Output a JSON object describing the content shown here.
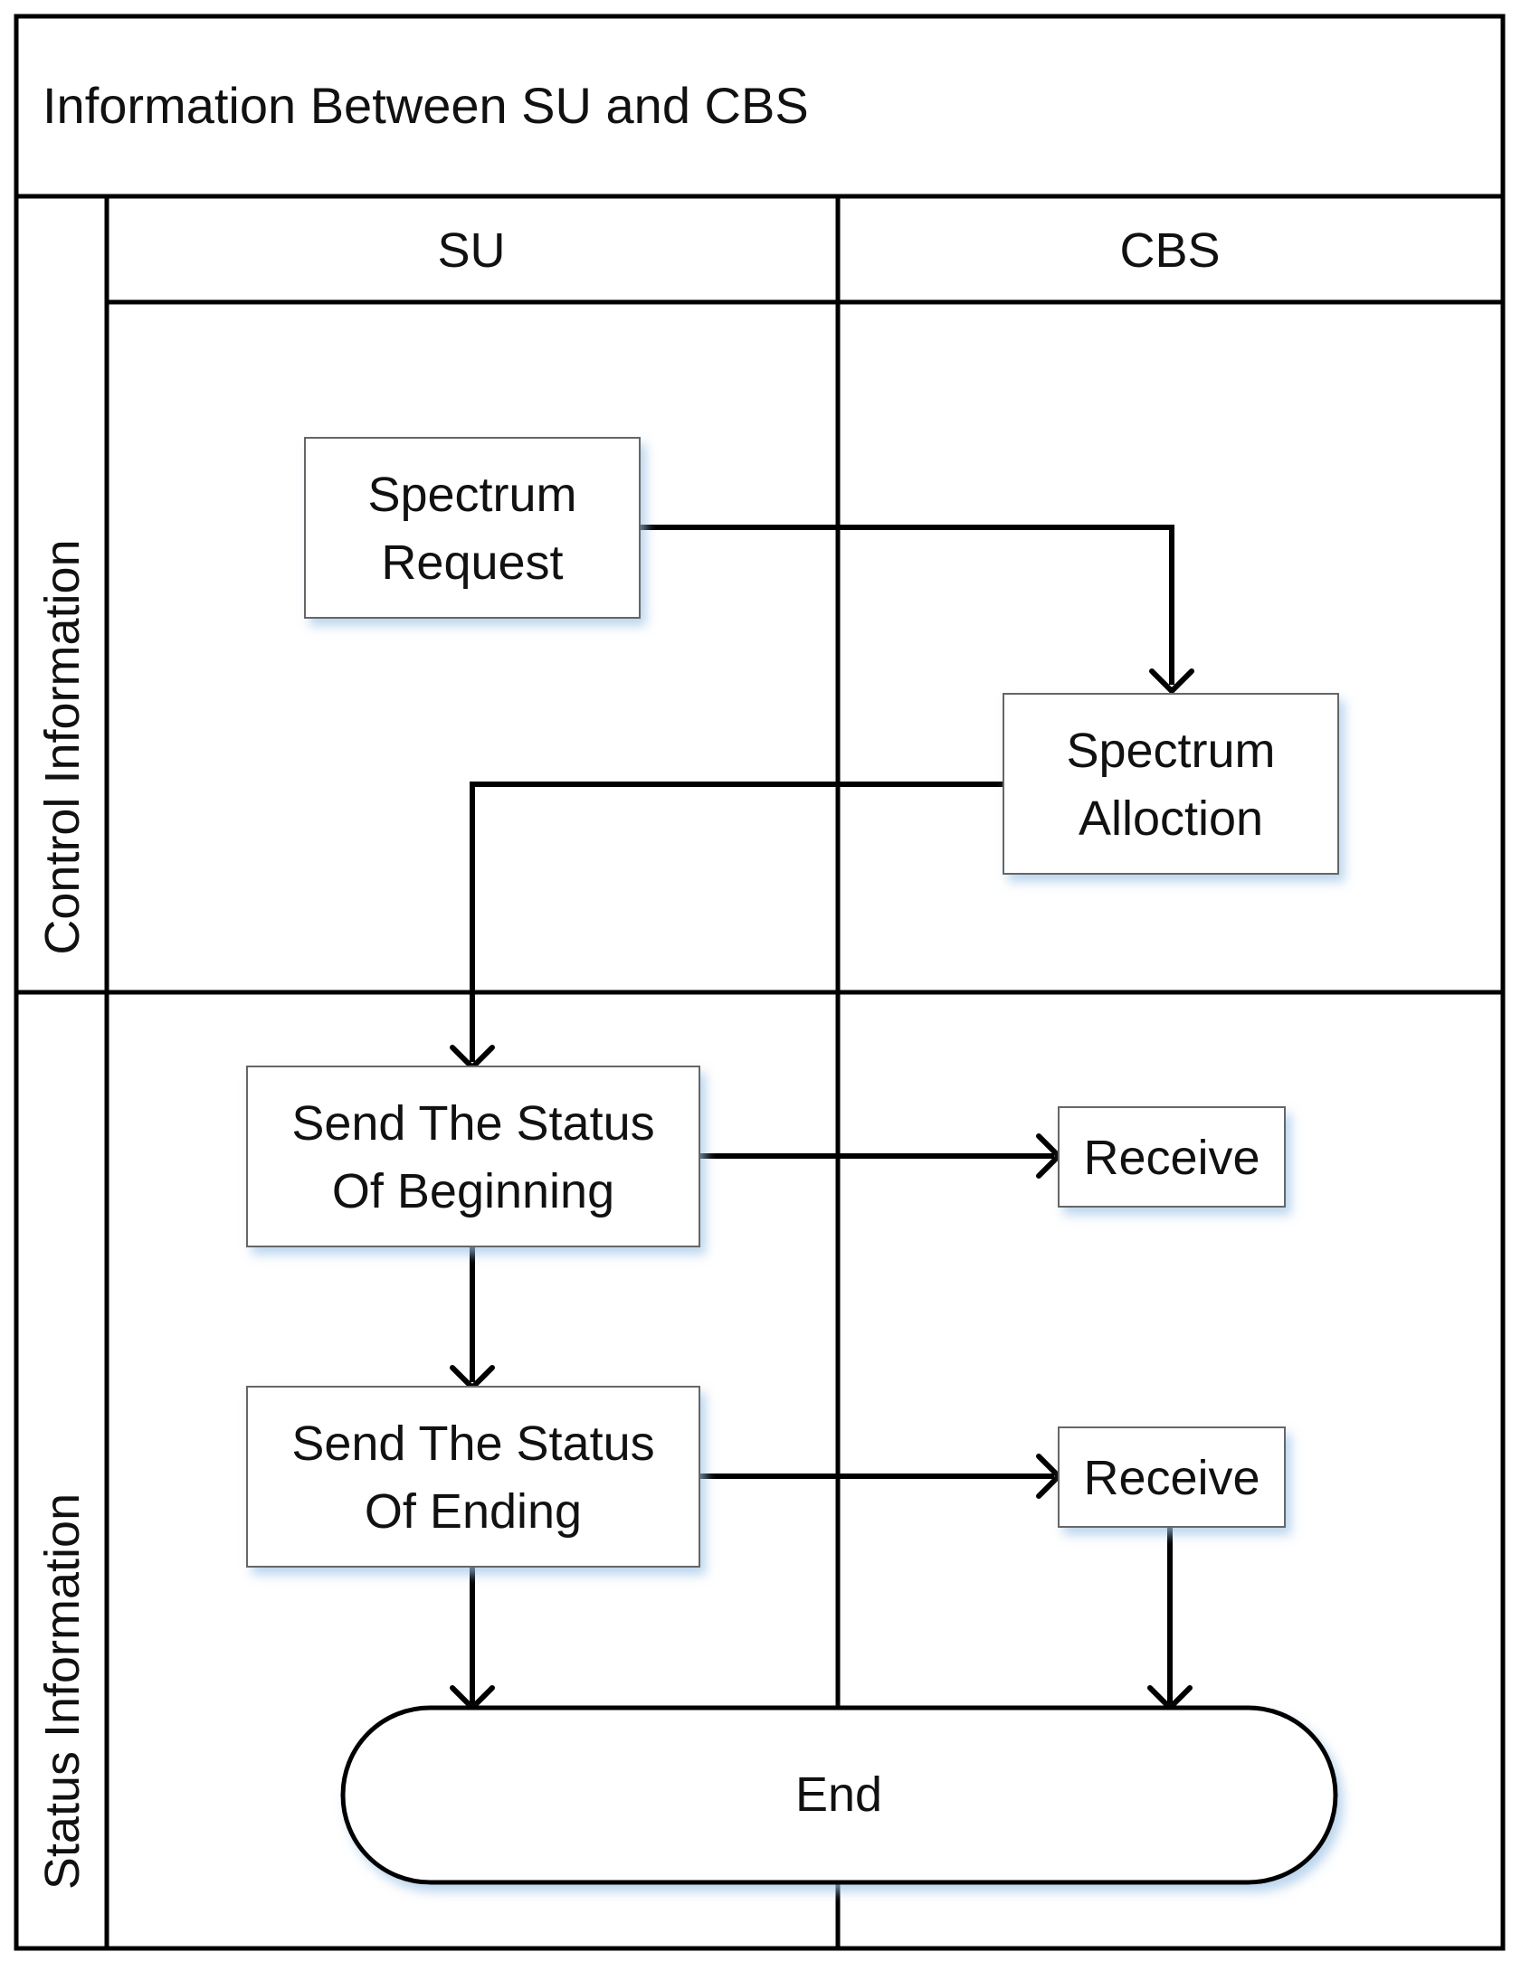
{
  "title": "Information Between SU and CBS",
  "columns": [
    {
      "id": "su",
      "label": "SU"
    },
    {
      "id": "cbs",
      "label": "CBS"
    }
  ],
  "rows": [
    {
      "id": "control",
      "label": "Control Information"
    },
    {
      "id": "status",
      "label": "Status Information"
    }
  ],
  "nodes": {
    "spectrum_request": {
      "line1": "Spectrum",
      "line2": "Request"
    },
    "spectrum_allocation": {
      "line1": "Spectrum",
      "line2": "Alloction"
    },
    "send_beginning": {
      "line1": "Send The Status",
      "line2": "Of Beginning"
    },
    "send_ending": {
      "line1": "Send The Status",
      "line2": "Of Ending"
    },
    "receive_beginning": {
      "label": "Receive"
    },
    "receive_ending": {
      "label": "Receive"
    },
    "end": {
      "label": "End"
    }
  },
  "edges": [
    {
      "from": "spectrum_request",
      "to": "spectrum_allocation"
    },
    {
      "from": "spectrum_allocation",
      "to": "send_beginning"
    },
    {
      "from": "send_beginning",
      "to": "receive_beginning"
    },
    {
      "from": "send_beginning",
      "to": "send_ending"
    },
    {
      "from": "send_ending",
      "to": "receive_ending"
    },
    {
      "from": "send_ending",
      "to": "end"
    },
    {
      "from": "receive_ending",
      "to": "end"
    }
  ]
}
